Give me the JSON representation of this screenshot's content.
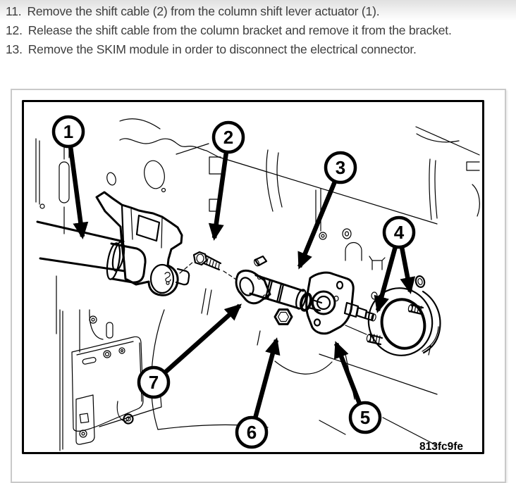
{
  "instructions": {
    "items": [
      {
        "number": "11.",
        "text": "Remove the shift cable (2) from the column shift lever actuator (1)."
      },
      {
        "number": "12.",
        "text": "Release the shift cable from the column bracket and remove it from the bracket."
      },
      {
        "number": "13.",
        "text": "Remove the SKIM module in order to disconnect the electrical connector."
      }
    ]
  },
  "figure": {
    "code": "813fc9fe",
    "callouts": [
      {
        "number": "1"
      },
      {
        "number": "2"
      },
      {
        "number": "3"
      },
      {
        "number": "4"
      },
      {
        "number": "5"
      },
      {
        "number": "6"
      },
      {
        "number": "7"
      }
    ],
    "colors": {
      "line": "#000000",
      "text": "#3e3e3e",
      "frame_border": "#c9c9c9",
      "top_shade": "#e0e0e0"
    }
  }
}
